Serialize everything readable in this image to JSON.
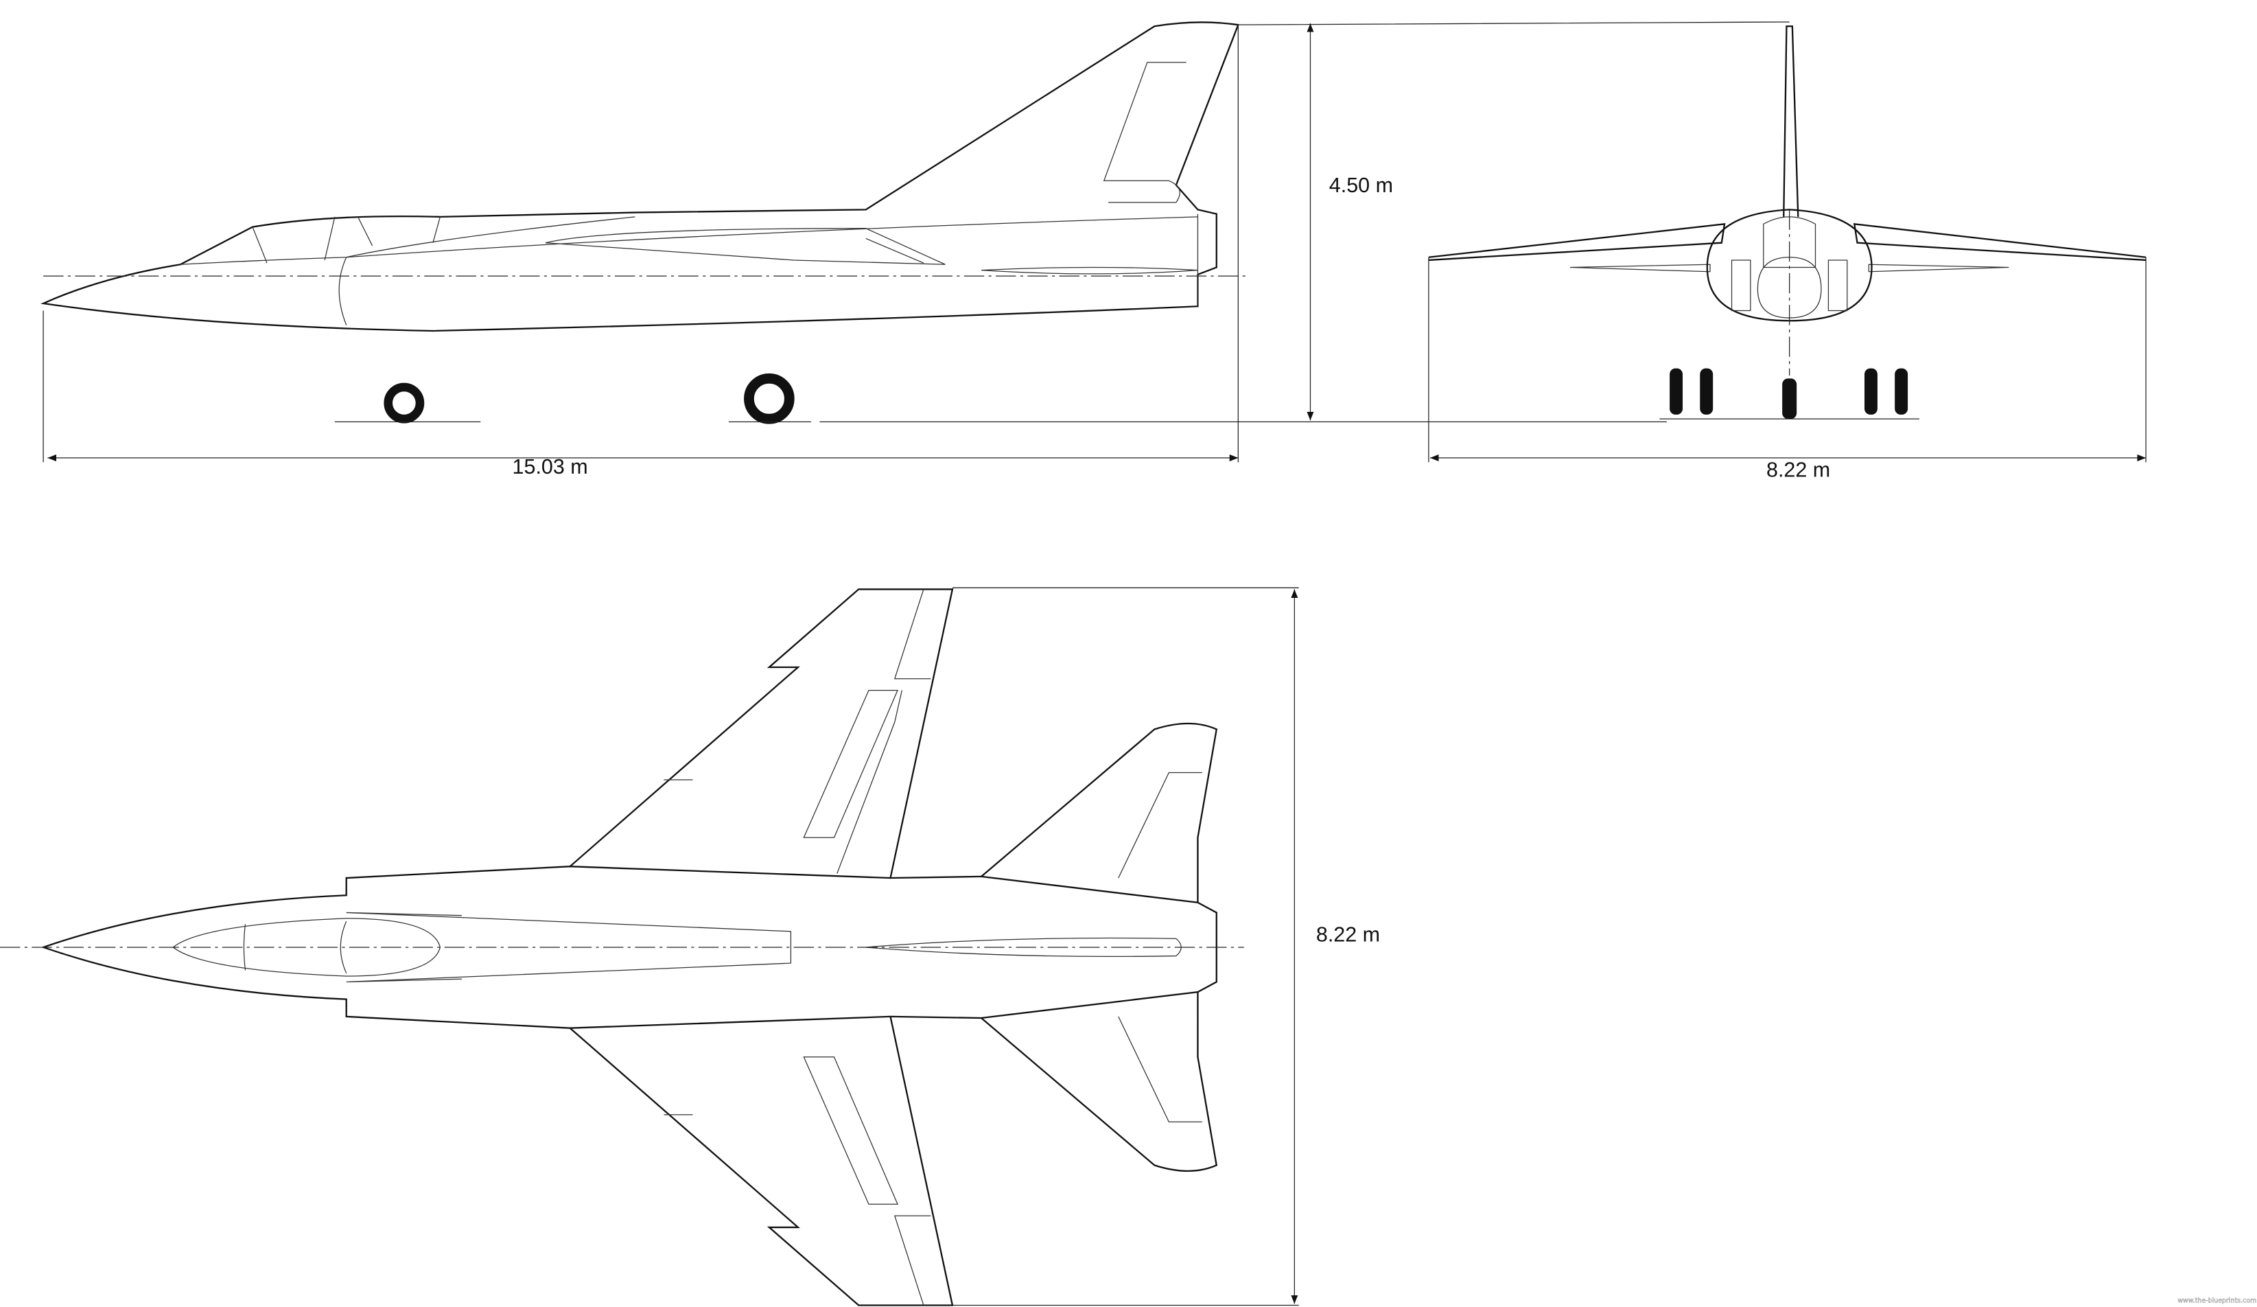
{
  "dimensions": {
    "side_length": "15.03 m",
    "side_height": "4.50 m",
    "front_span": "8.22 m",
    "top_span": "8.22 m"
  },
  "watermark": "www.the-blueprints.com",
  "colors": {
    "line": "#111111",
    "background": "#ffffff"
  }
}
